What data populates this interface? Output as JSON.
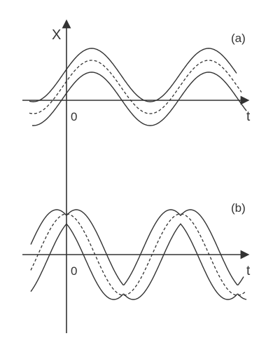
{
  "figure": {
    "y_axis_label": "X",
    "x_axis_label": "t",
    "origin_label": "0",
    "panels": [
      {
        "label": "(a)",
        "x_axis_label": "t",
        "origin_label": "0"
      },
      {
        "label": "(b)",
        "x_axis_label": "t",
        "origin_label": "0"
      }
    ],
    "colors": {
      "ink": "#333333",
      "background": "#ffffff"
    }
  }
}
